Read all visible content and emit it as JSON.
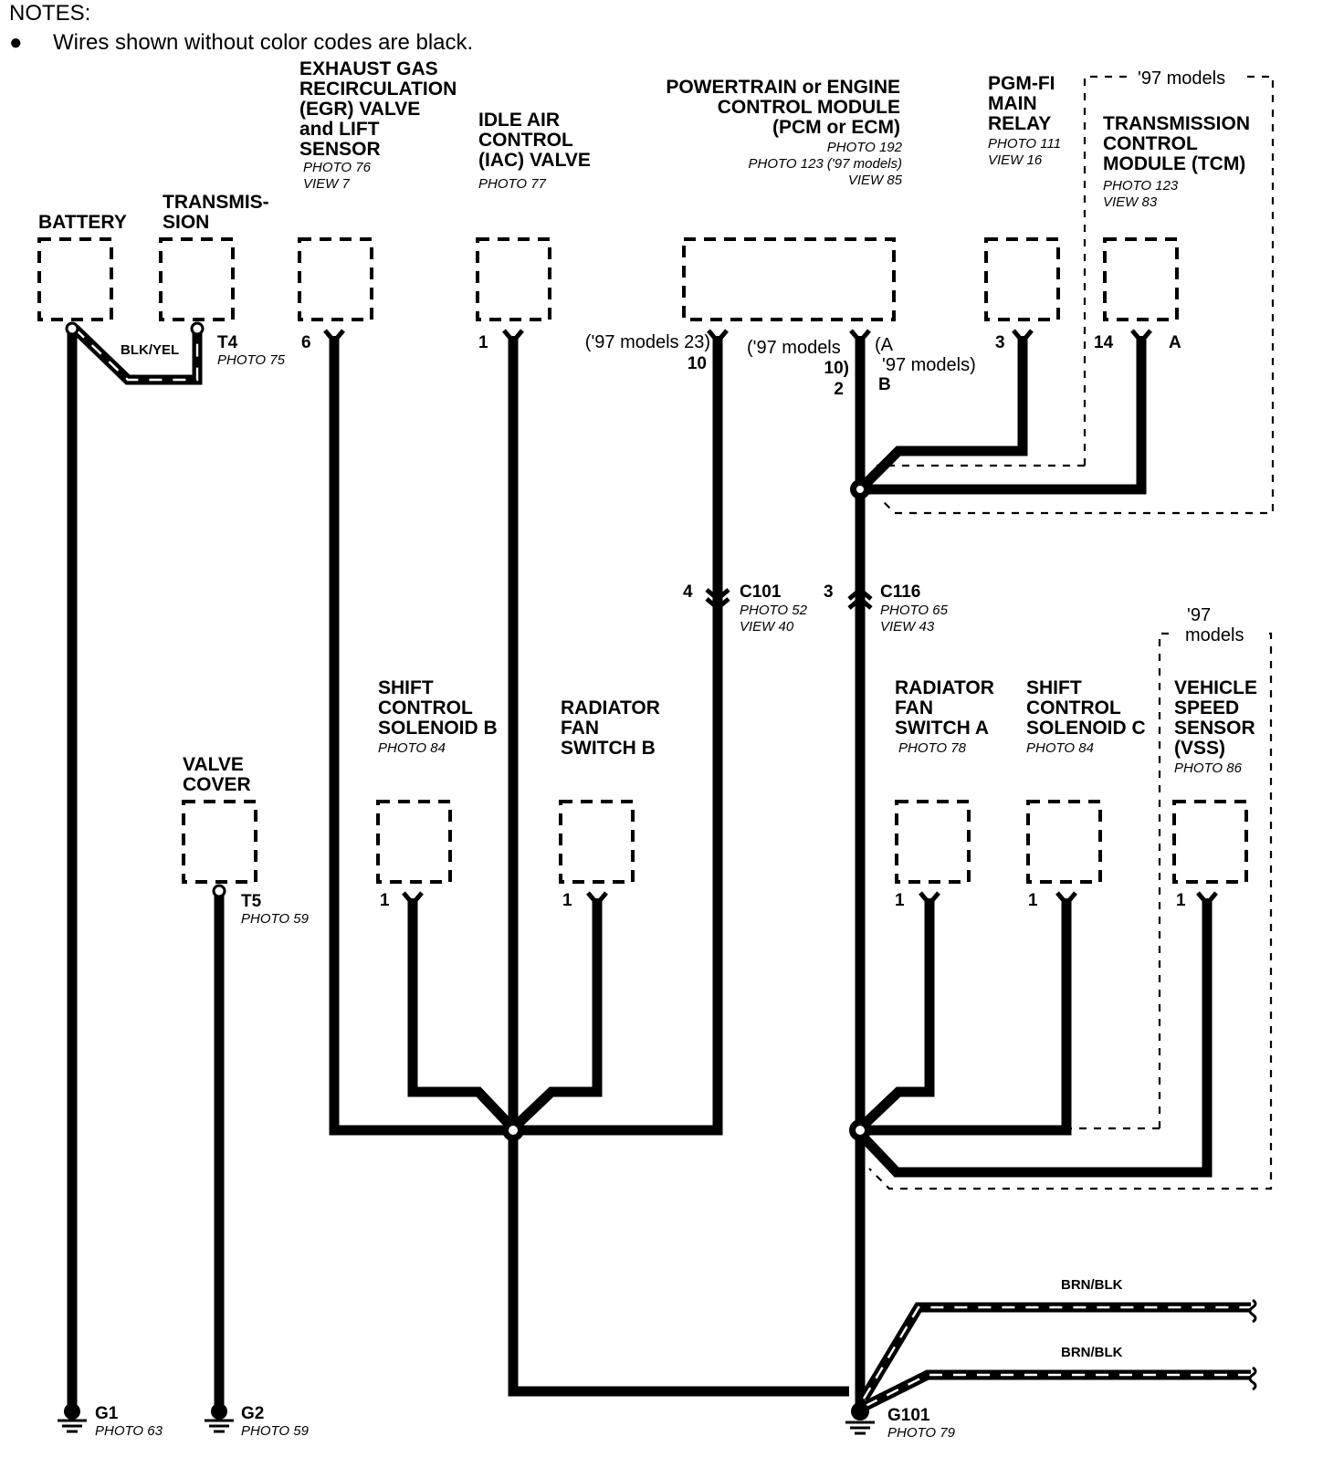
{
  "notes": {
    "heading": "NOTES:",
    "bullet": "●",
    "text": "Wires shown without color codes are black."
  },
  "components": {
    "battery": {
      "name": "BATTERY"
    },
    "transmission": {
      "name_l1": "TRANSMIS-",
      "name_l2": "SION",
      "terminal": "T4",
      "photo": "PHOTO 75",
      "wire_color": "BLK/YEL"
    },
    "egr": {
      "l1": "EXHAUST GAS",
      "l2": "RECIRCULATION",
      "l3": "(EGR) VALVE",
      "l4": "and LIFT",
      "l5": "SENSOR",
      "photo": "PHOTO 76",
      "view": "VIEW 7",
      "pin": "6"
    },
    "iac": {
      "l1": "IDLE AIR",
      "l2": "CONTROL",
      "l3": "(IAC) VALVE",
      "photo": "PHOTO 77",
      "pin": "1"
    },
    "pcm": {
      "l1": "POWERTRAIN or ENGINE",
      "l2": "CONTROL MODULE",
      "l3": "(PCM or ECM)",
      "photo1": "PHOTO 192",
      "photo2": "PHOTO 123 ('97 models)",
      "view": "VIEW 85",
      "pin_left_97": "('97 models 23)",
      "pin_left": "10",
      "pin_right_97a": "('97 models",
      "pin_right_97b": "10)",
      "pin_right": "2",
      "conn_a": "(A",
      "conn_a_97": "'97 models)",
      "conn_b": "B"
    },
    "pgmfi": {
      "l1": "PGM-FI",
      "l2": "MAIN",
      "l3": "RELAY",
      "photo": "PHOTO 111",
      "view": "VIEW 16",
      "pin": "3"
    },
    "tcm": {
      "models": "'97 models",
      "l1": "TRANSMISSION",
      "l2": "CONTROL",
      "l3": "MODULE (TCM)",
      "photo": "PHOTO 123",
      "view": "VIEW 83",
      "pin": "14",
      "conn": "A"
    },
    "c101": {
      "name": "C101",
      "photo": "PHOTO 52",
      "view": "VIEW 40",
      "pin": "4"
    },
    "c116": {
      "name": "C116",
      "photo": "PHOTO 65",
      "view": "VIEW 43",
      "pin": "3"
    },
    "valve_cover": {
      "l1": "VALVE",
      "l2": "COVER",
      "terminal": "T5",
      "photo": "PHOTO 59"
    },
    "scs_b": {
      "l1": "SHIFT",
      "l2": "CONTROL",
      "l3": "SOLENOID B",
      "photo": "PHOTO 84",
      "pin": "1"
    },
    "rfs_b": {
      "l1": "RADIATOR",
      "l2": "FAN",
      "l3": "SWITCH B",
      "pin": "1"
    },
    "rfs_a": {
      "l1": "RADIATOR",
      "l2": "FAN",
      "l3": "SWITCH A",
      "photo": "PHOTO 78",
      "pin": "1"
    },
    "scs_c": {
      "l1": "SHIFT",
      "l2": "CONTROL",
      "l3": "SOLENOID C",
      "photo": "PHOTO 84",
      "pin": "1"
    },
    "vss": {
      "models_l1": "'97",
      "models_l2": "models",
      "l1": "VEHICLE",
      "l2": "SPEED",
      "l3": "SENSOR",
      "l4": "(VSS)",
      "photo": "PHOTO 86",
      "pin": "1"
    },
    "g1": {
      "name": "G1",
      "photo": "PHOTO 63"
    },
    "g2": {
      "name": "G2",
      "photo": "PHOTO 59"
    },
    "g101": {
      "name": "G101",
      "photo": "PHOTO 79"
    },
    "wire_out1": {
      "color": "BRN/BLK"
    },
    "wire_out2": {
      "color": "BRN/BLK"
    }
  }
}
